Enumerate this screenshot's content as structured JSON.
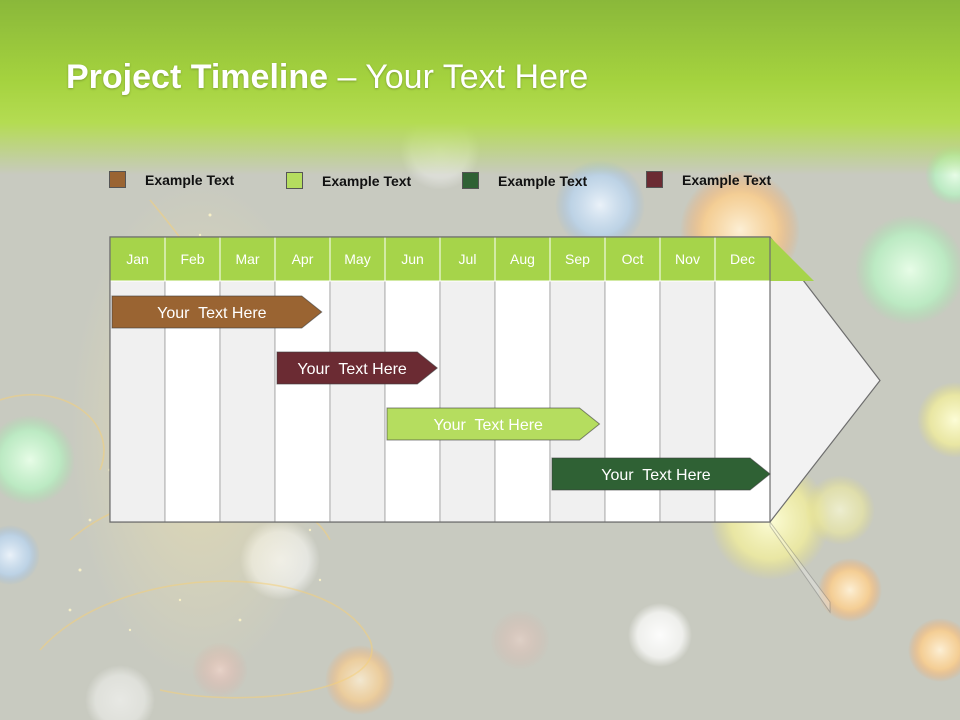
{
  "slide": {
    "title_bold": "Project Timeline",
    "title_rest": " – Your Text Here"
  },
  "legend": [
    {
      "label": "Example Text",
      "color": "#9a6432"
    },
    {
      "label": "Example Text",
      "color": "#b5dd5f"
    },
    {
      "label": "Example Text",
      "color": "#2f6134"
    },
    {
      "label": "Example Text",
      "color": "#6b2b33"
    }
  ],
  "chart_data": {
    "type": "gantt",
    "months": [
      "Jan",
      "Feb",
      "Mar",
      "Apr",
      "May",
      "Jun",
      "Jul",
      "Aug",
      "Sep",
      "Oct",
      "Nov",
      "Dec"
    ],
    "tasks": [
      {
        "label": "Your  Text Here",
        "start": 0.0,
        "end": 3.85,
        "color": "#9a6432",
        "text_color": "#ffffff"
      },
      {
        "label": "Your  Text Here",
        "start": 3.0,
        "end": 5.95,
        "color": "#6b2b33",
        "text_color": "#ffffff"
      },
      {
        "label": "Your  Text Here",
        "start": 5.0,
        "end": 8.9,
        "color": "#b5dd5f",
        "text_color": "#ffffff"
      },
      {
        "label": "Your  Text Here",
        "start": 8.0,
        "end": 12.0,
        "color": "#2f6134",
        "text_color": "#ffffff"
      }
    ],
    "header_color": "#a6d44a",
    "grid": true
  }
}
